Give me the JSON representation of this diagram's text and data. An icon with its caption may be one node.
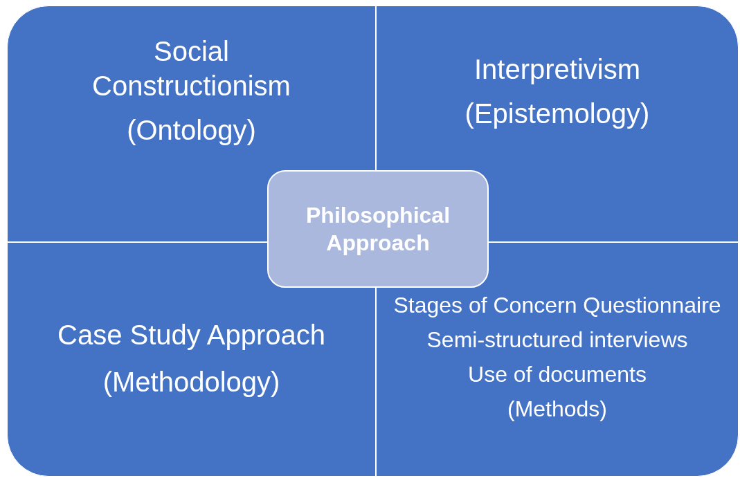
{
  "diagram": {
    "nodes": [
      {
        "text": [
          "Social Constructionism",
          "(Ontology)"
        ]
      },
      {
        "text": [
          "Interpretivism",
          "(Epistemology)"
        ]
      },
      {
        "text": [
          "Philosophical Approach"
        ]
      },
      {
        "text": [
          "Case Study Approach",
          "(Methodology)"
        ]
      },
      {
        "text": [
          "Stages of Concern Questionnaire",
          "Semi-structured interviews",
          "Use of documents",
          "(Methods)"
        ]
      }
    ]
  }
}
